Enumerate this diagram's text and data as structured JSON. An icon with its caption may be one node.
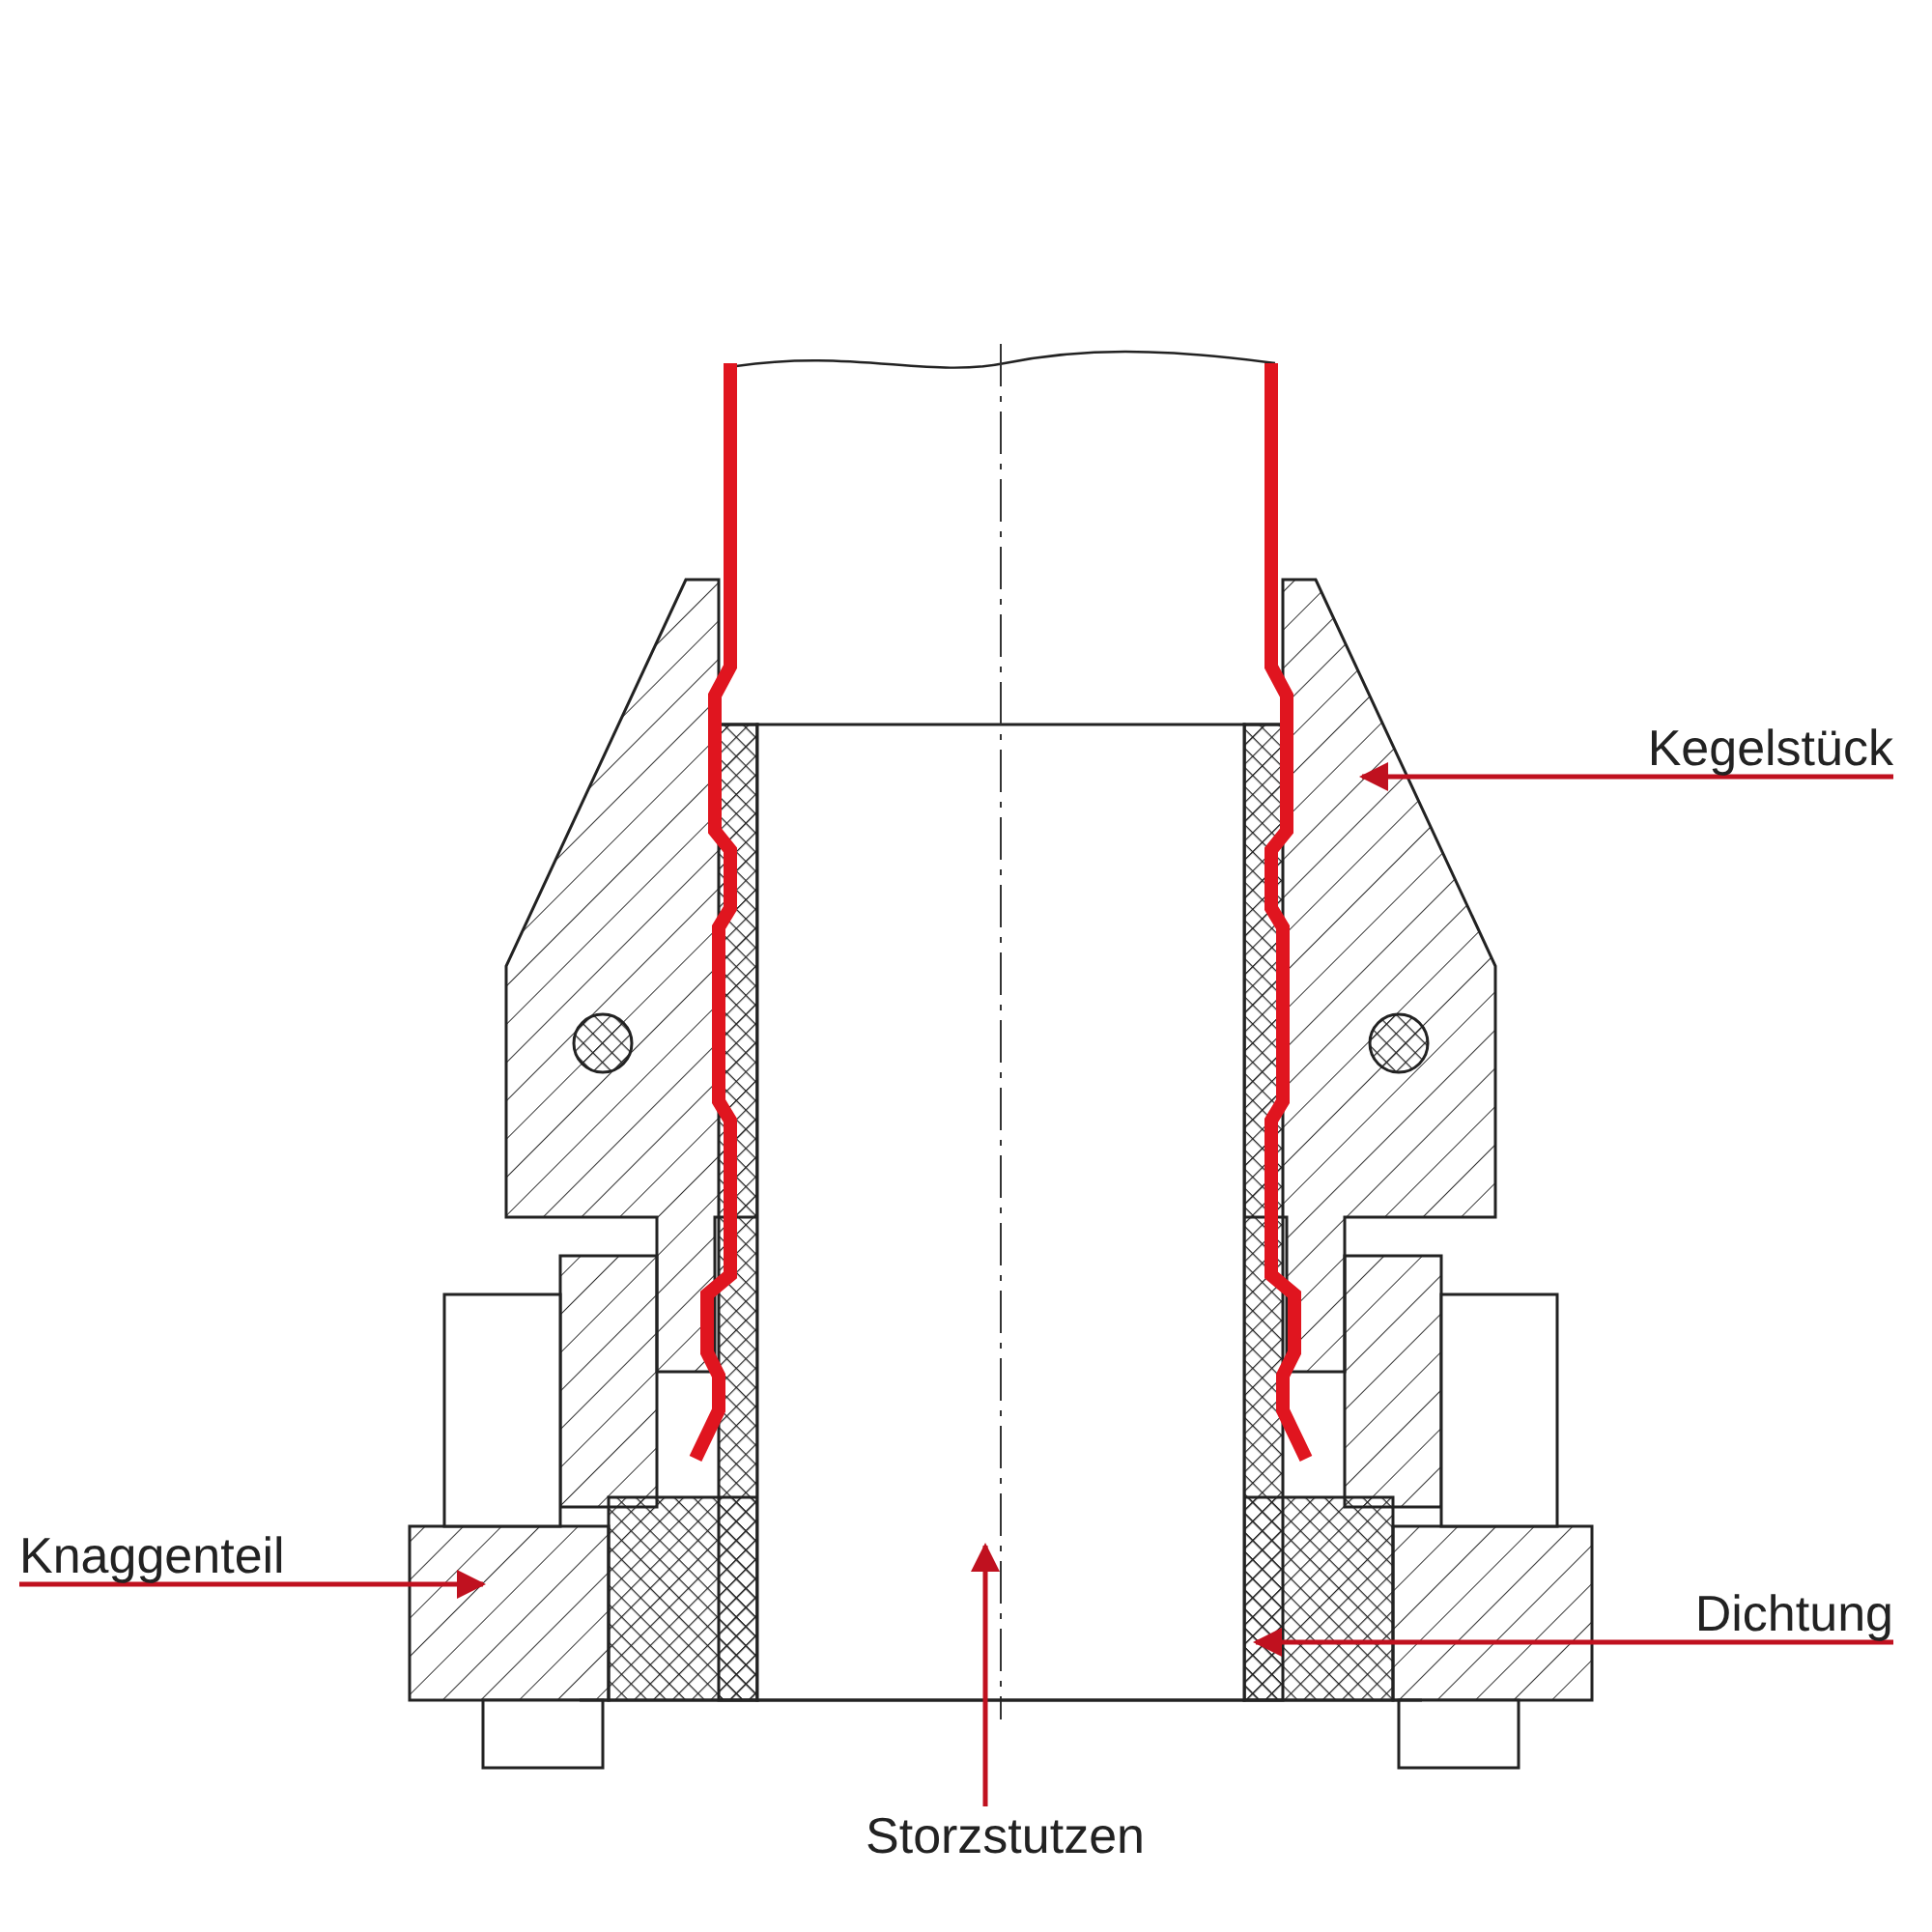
{
  "diagram": {
    "nodes": [
      {
        "text": [
          "Kegelstück"
        ]
      },
      {
        "text": [
          "Knaggenteil"
        ]
      },
      {
        "text": [
          "Dichtung"
        ]
      },
      {
        "text": [
          "Storzstutzen"
        ]
      }
    ],
    "edges": [
      {
        "from": 0,
        "to": null,
        "arrow": "to"
      },
      {
        "from": 1,
        "to": null,
        "arrow": "to"
      },
      {
        "from": 2,
        "to": null,
        "arrow": "to"
      },
      {
        "from": 3,
        "to": null,
        "arrow": "to"
      }
    ]
  }
}
